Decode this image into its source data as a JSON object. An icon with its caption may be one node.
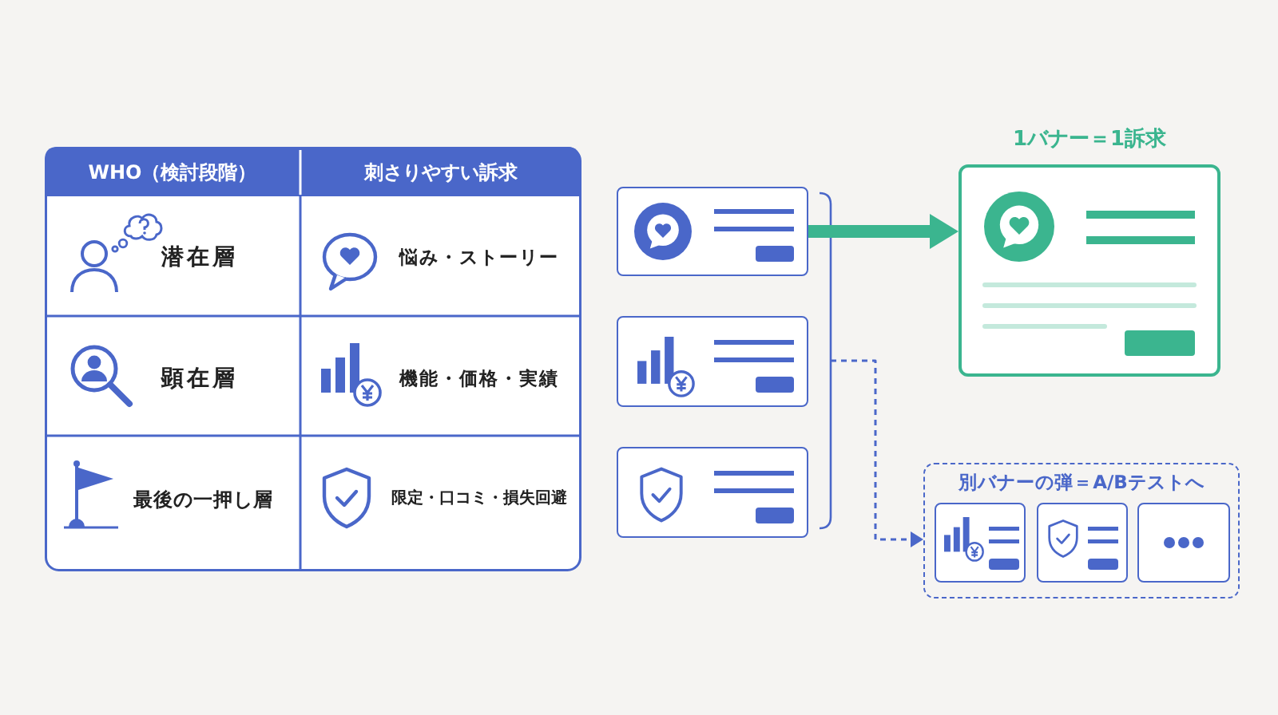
{
  "diagram": {
    "nodes": [
      {
        "text": [],
        "shape": "box"
      },
      {
        "text": [],
        "shape": "box"
      },
      {
        "text": [],
        "shape": "box"
      },
      {
        "text": [
          "1バナー＝1訴求"
        ]
      },
      {
        "text": [
          "別バナーの弾＝A/Bテストへ"
        ]
      },
      {
        "text": [],
        "shape": "box",
        "in": 4
      },
      {
        "text": [],
        "shape": "box",
        "in": 4
      },
      {
        "text": [],
        "shape": "box",
        "in": 4
      }
    ],
    "edges": [
      {
        "from": 0,
        "to": 3,
        "arrow": "to",
        "style": "thick",
        "color": "#3bb58f"
      },
      {
        "from": null,
        "to": 4,
        "arrow": "to",
        "style": "dashed",
        "color": "#4a67c9"
      }
    ],
    "labels": [
      "WHO（検討段階）",
      "刺さりやすい訴求",
      "潜在層",
      "悩み・ストーリー",
      "顕在層",
      "機能・価格・実績",
      "最後の一押し層",
      "限定・口コミ・損失回避"
    ]
  }
}
